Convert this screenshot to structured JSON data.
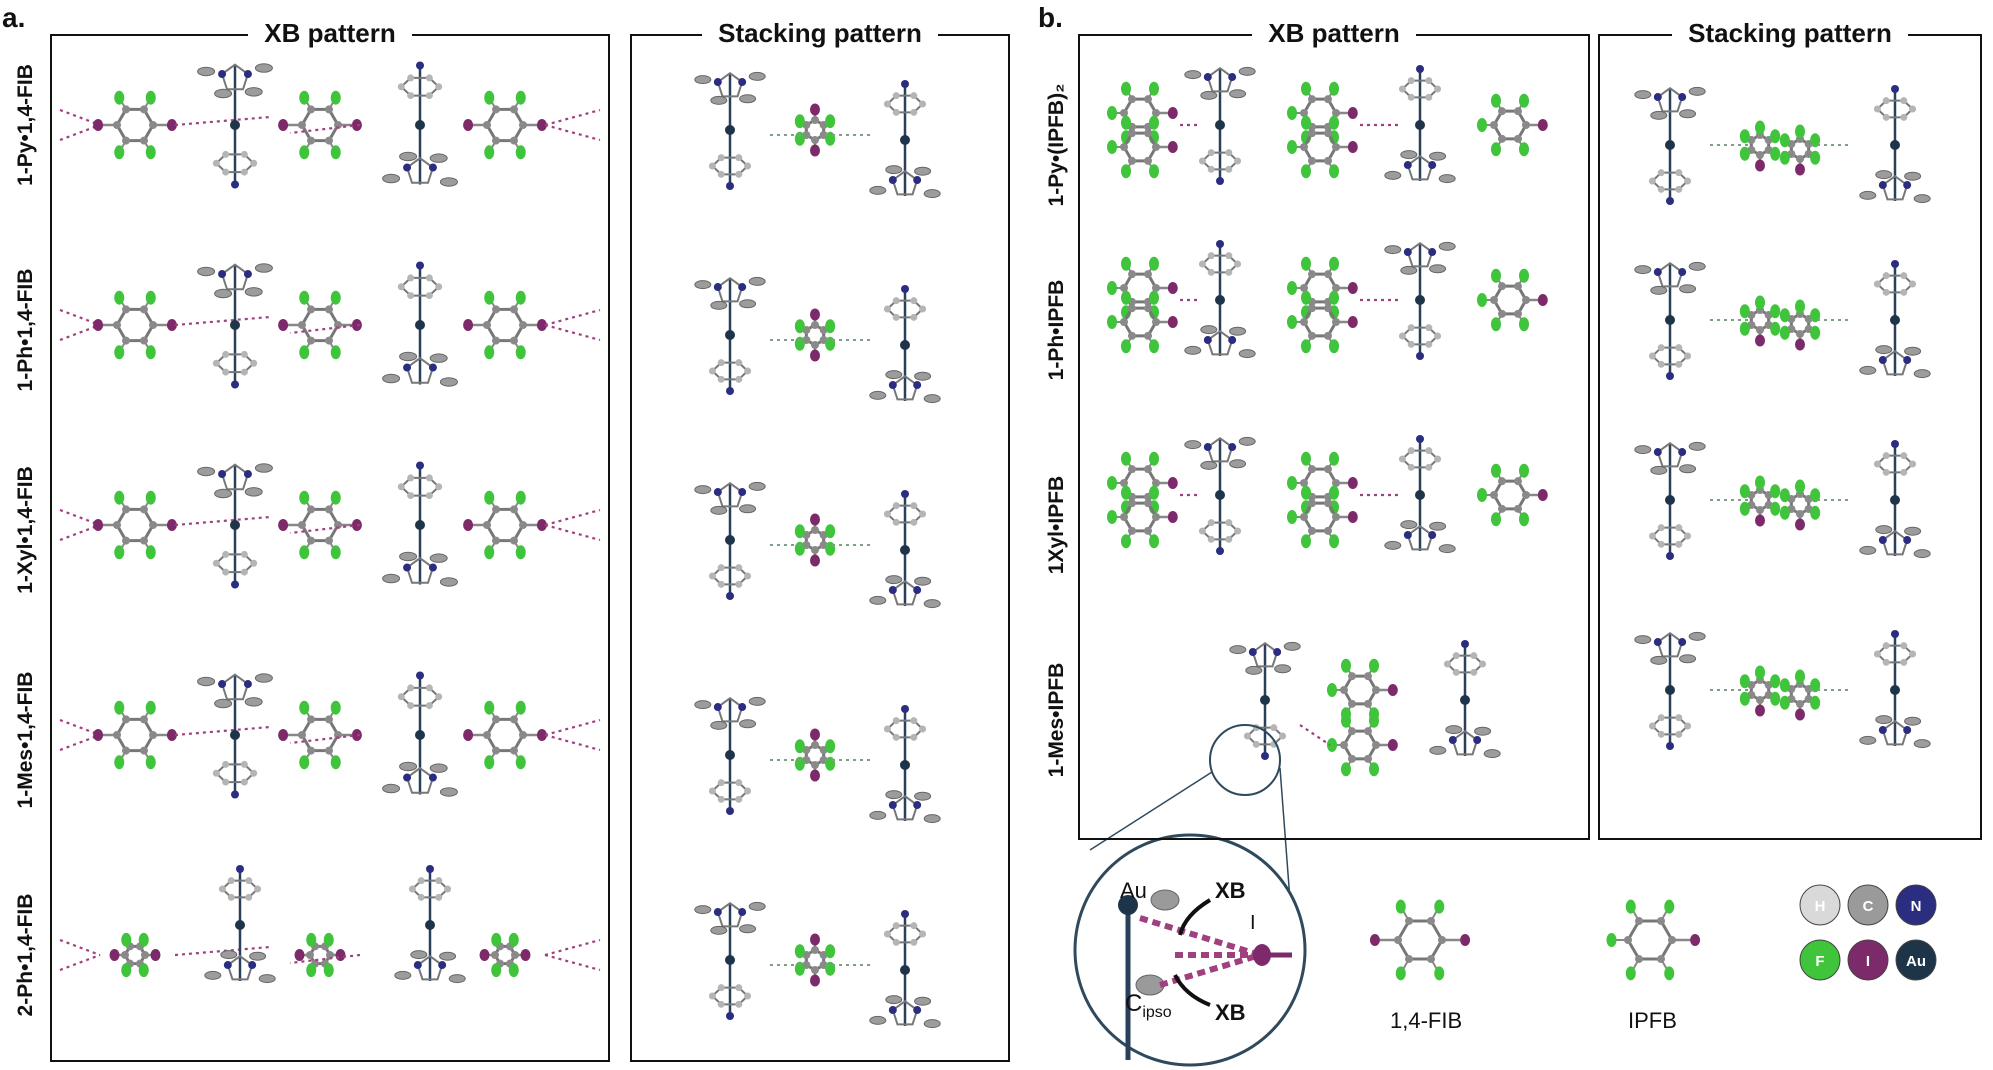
{
  "panel_a": {
    "label": "a.",
    "xb_title": "XB pattern",
    "stacking_title": "Stacking pattern",
    "rows": [
      "1-Py•1,4-FIB",
      "1-Ph•1,4-FIB",
      "1-Xyl•1,4-FIB",
      "1-Mes•1,4-FIB",
      "2-Ph•1,4-FIB"
    ]
  },
  "panel_b": {
    "label": "b.",
    "xb_title": "XB pattern",
    "stacking_title": "Stacking pattern",
    "rows": [
      "1-Py•(IPFB)₂",
      "1-Ph•IPFB",
      "1Xyl•IPFB",
      "1-Mes•IPFB"
    ]
  },
  "inset": {
    "au_label": "Au",
    "xb_label_top": "XB",
    "iodine_label": "I",
    "c_label": "C",
    "c_subscript": "ipso",
    "xb_label_bottom": "XB"
  },
  "legend": {
    "fib_label": "1,4-FIB",
    "ipfb_label": "IPFB",
    "atoms": [
      {
        "symbol": "H",
        "color": "#d9d9d9",
        "text_color": "#ffffff"
      },
      {
        "symbol": "C",
        "color": "#9a9a9a",
        "text_color": "#ffffff"
      },
      {
        "symbol": "N",
        "color": "#2b2d80",
        "text_color": "#ffffff"
      },
      {
        "symbol": "F",
        "color": "#3fc43b",
        "text_color": "#ffffff"
      },
      {
        "symbol": "I",
        "color": "#7d2a6a",
        "text_color": "#ffffff"
      },
      {
        "symbol": "Au",
        "color": "#1e3448",
        "text_color": "#ffffff"
      }
    ]
  },
  "colors": {
    "fib_glow": "#7fb2ff",
    "ipfb_glow": "#ffb060",
    "halogen_bond": "#a0407f",
    "stack_contact": "#7f9e86",
    "fluorine": "#3fc43b",
    "iodine": "#7d2a6a",
    "carbon": "#8a8a8a",
    "nitrogen": "#2b2d80"
  }
}
